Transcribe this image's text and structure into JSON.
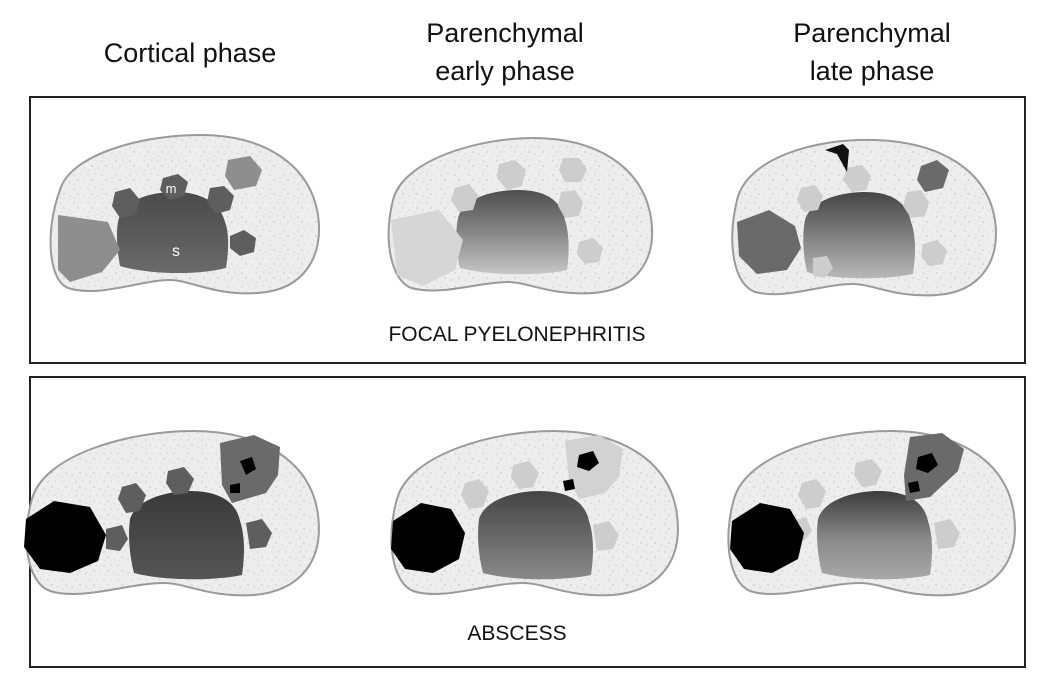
{
  "headers": {
    "cortical": [
      "Cortical phase"
    ],
    "parenchymal_early": [
      "Parenchymal",
      "early phase"
    ],
    "parenchymal_late": [
      "Parenchymal",
      "late phase"
    ]
  },
  "panels": {
    "focal": {
      "caption": "FOCAL PYELONEPHRITIS"
    },
    "abscess": {
      "caption": "ABSCESS"
    }
  },
  "labels": {
    "medulla": "m",
    "sinus": "s"
  },
  "colors": {
    "parenchyma": "#ececec",
    "outline": "#9a9a9a",
    "frame": "#222222",
    "dark_enhancing": "#5e5e5e",
    "lesion_mid": "#8e8e8e",
    "lesion_light": "#cdcdcd",
    "late_lesion": "#6a6a6a",
    "necrosis": "#000000"
  }
}
